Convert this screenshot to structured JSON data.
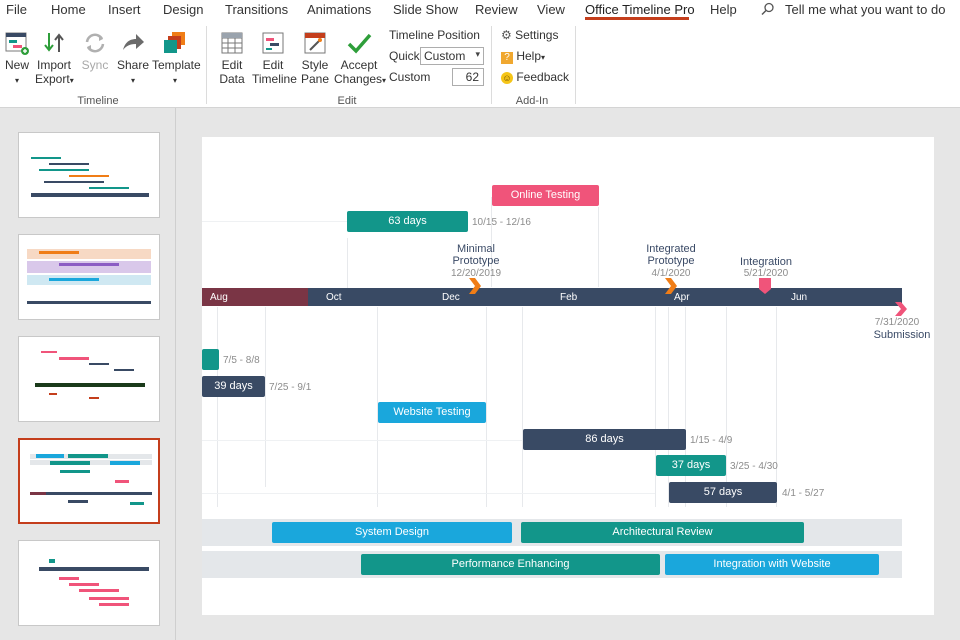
{
  "menu": {
    "items": [
      "File",
      "Home",
      "Insert",
      "Design",
      "Transitions",
      "Animations",
      "Slide Show",
      "Review",
      "View",
      "Office Timeline Pro",
      "Help"
    ],
    "active": "Office Timeline Pro",
    "tell_me": "Tell me what you want to do"
  },
  "ribbon": {
    "timeline_group": {
      "label": "Timeline",
      "new": "New",
      "import_export_1": "Import",
      "import_export_2": "Export",
      "sync": "Sync",
      "share": "Share",
      "template": "Template"
    },
    "edit_group": {
      "label": "Edit",
      "edit_data_1": "Edit",
      "edit_data_2": "Data",
      "edit_timeline_1": "Edit",
      "edit_timeline_2": "Timeline",
      "style_pane_1": "Style",
      "style_pane_2": "Pane",
      "accept_1": "Accept",
      "accept_2": "Changes",
      "timeline_position": "Timeline Position",
      "quick_label": "Quick",
      "quick_value": "Custom",
      "custom_label": "Custom",
      "custom_value": "62"
    },
    "addin_group": {
      "label": "Add-In",
      "settings": "Settings",
      "help": "Help",
      "feedback": "Feedback"
    }
  },
  "slide": {
    "months": [
      "Aug",
      "Oct",
      "Dec",
      "Feb",
      "Apr",
      "Jun"
    ],
    "milestones": {
      "minimal_1": "Minimal",
      "minimal_2": "Prototype",
      "minimal_date": "12/20/2019",
      "integrated_1": "Integrated",
      "integrated_2": "Prototype",
      "integrated_date": "4/1/2020",
      "integration": "Integration",
      "integration_date": "5/21/2020",
      "submission_date": "7/31/2020",
      "submission": "Submission"
    },
    "tasks": {
      "online_testing": "Online Testing",
      "days63": "63 days",
      "days63_date": "10/15 - 12/16",
      "first_date": "7/5 - 8/8",
      "days39": "39 days",
      "days39_date": "7/25 - 9/1",
      "website_testing": "Website Testing",
      "days86": "86 days",
      "days86_date": "1/15 - 4/9",
      "days37": "37 days",
      "days37_date": "3/25 - 4/30",
      "days57": "57 days",
      "days57_date": "4/1 - 5/27",
      "system_design": "System Design",
      "architectural_review": "Architectural Review",
      "performance_enhancing": "Performance Enhancing",
      "integration_website": "Integration with Website"
    }
  },
  "colors": {
    "accent": "#c43e1c",
    "navy": "#394a64",
    "teal": "#12968a",
    "blue": "#1aa7dc",
    "pink": "#f0547a",
    "orange": "#f07d16",
    "maroon": "#7a3545"
  }
}
